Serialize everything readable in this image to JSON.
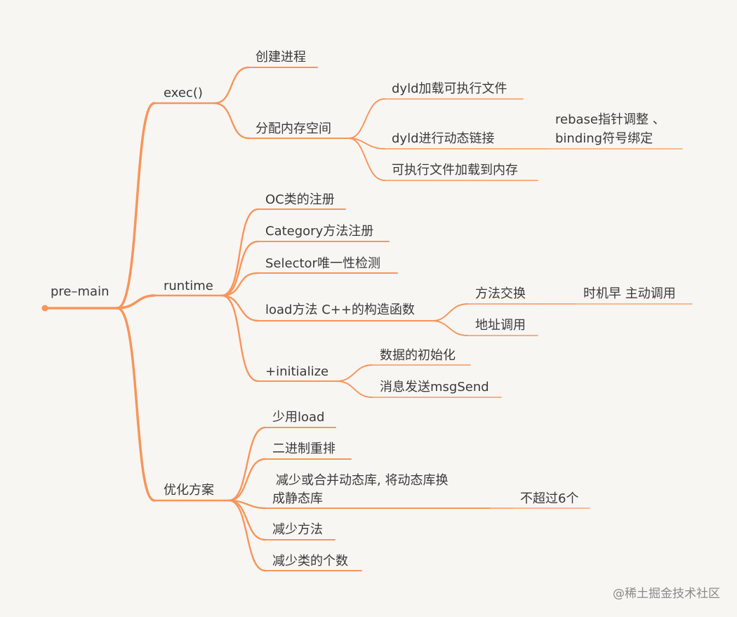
{
  "colors": {
    "background": "#f7f6f3",
    "branch": "#f7955a",
    "text": "#3a3a3a",
    "watermark": "#8a8a8a"
  },
  "root": {
    "label": "pre–main"
  },
  "branches": {
    "exec": {
      "label": "exec()",
      "create_process": "创建进程",
      "alloc_memory": {
        "label": "分配内存空间",
        "dyld_load": "dyld加载可执行文件",
        "dyld_link": {
          "label": "dyld进行动态链接",
          "note_line1": "rebase指针调整 、",
          "note_line2": "binding符号绑定"
        },
        "exe_load": "可执行文件加载到内存"
      }
    },
    "runtime": {
      "label": "runtime",
      "oc_register": "OC类的注册",
      "category_register": "Category方法注册",
      "selector_check": "Selector唯一性检测",
      "load_method": {
        "label": "load方法 C++的构造函数",
        "method_swizzle": "方法交换",
        "swizzle_note": "时机早 主动调用",
        "address_call": "地址调用"
      },
      "initialize": {
        "label": "+initialize",
        "data_init": "数据的初始化",
        "msg_send": "消息发送msgSend"
      }
    },
    "optimize": {
      "label": "优化方案",
      "less_load": "少用load",
      "binary_reorder": "二进制重排",
      "reduce_dylib_line1": "减少或合并动态库, 将动态库换",
      "reduce_dylib_line2": "成静态库",
      "dylib_note": "不超过6个",
      "reduce_methods": "减少方法",
      "reduce_classes": "减少类的个数"
    }
  },
  "watermark": "@稀土掘金技术社区"
}
